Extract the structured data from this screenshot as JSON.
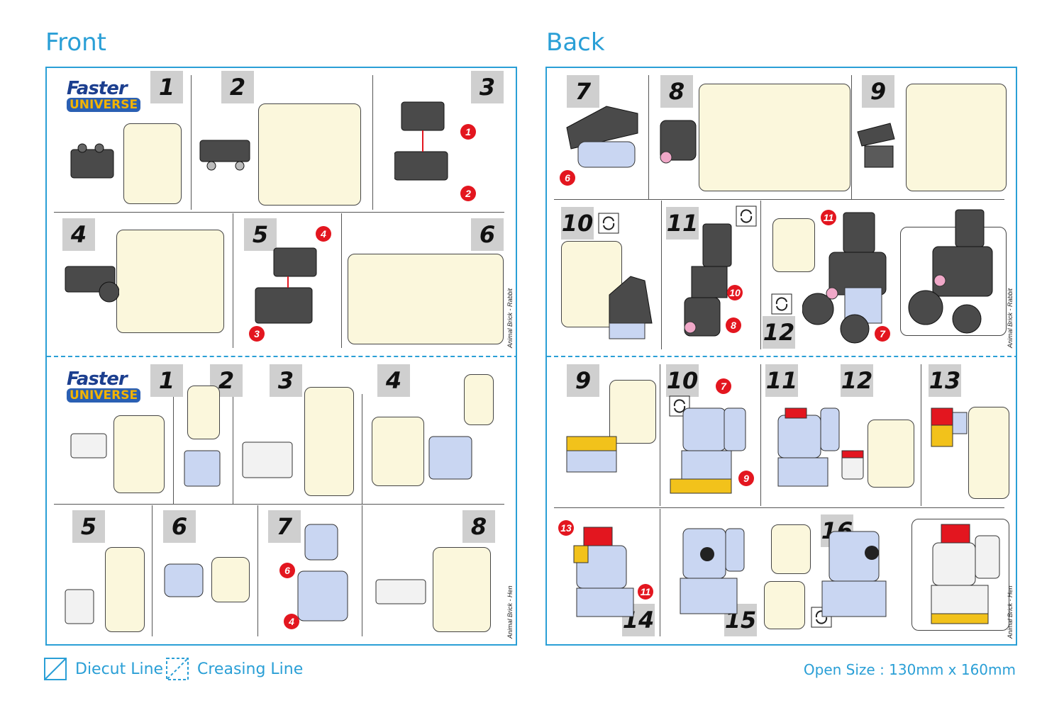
{
  "titles": {
    "front": "Front",
    "back": "Back"
  },
  "logo": {
    "line1": "Faster",
    "line2": "UNIVERSE"
  },
  "front": {
    "top_steps": [
      "1",
      "2",
      "3",
      "4",
      "5",
      "6"
    ],
    "top_callouts": [
      "1",
      "2",
      "4",
      "3"
    ],
    "top_label": "Animal Brick - Rabbit",
    "bottom_steps": [
      "1",
      "2",
      "3",
      "4",
      "5",
      "6",
      "7",
      "8"
    ],
    "bottom_callouts": [
      "6",
      "4"
    ],
    "bottom_label": "Animal Brick - Hen"
  },
  "back": {
    "top_steps": [
      "7",
      "8",
      "9",
      "10",
      "11",
      "12"
    ],
    "top_callouts": [
      "6",
      "11",
      "10",
      "8",
      "7"
    ],
    "top_label": "Animal Brick - Rabbit",
    "bottom_steps": [
      "9",
      "10",
      "11",
      "12",
      "13",
      "14",
      "15",
      "16"
    ],
    "bottom_callouts": [
      "7",
      "9",
      "13",
      "11"
    ],
    "bottom_label": "Animal Brick - Hen"
  },
  "legend": {
    "diecut": "Diecut Line",
    "creasing": "Creasing Line"
  },
  "open_size": "Open Size : 130mm x 160mm",
  "icons": [
    "rotate-icon",
    "diecut-line-icon",
    "creasing-line-icon",
    "pink-nose-part-icon"
  ],
  "colors": {
    "accent": "#2a9fd6",
    "callout": "#e3161f",
    "panel_bg": "#fbf7dc",
    "brick_dark": "#4a4a4a",
    "brick_light": "#c9d6f2",
    "brick_white": "#f2f2f2",
    "brick_yellow": "#f2c21b"
  }
}
